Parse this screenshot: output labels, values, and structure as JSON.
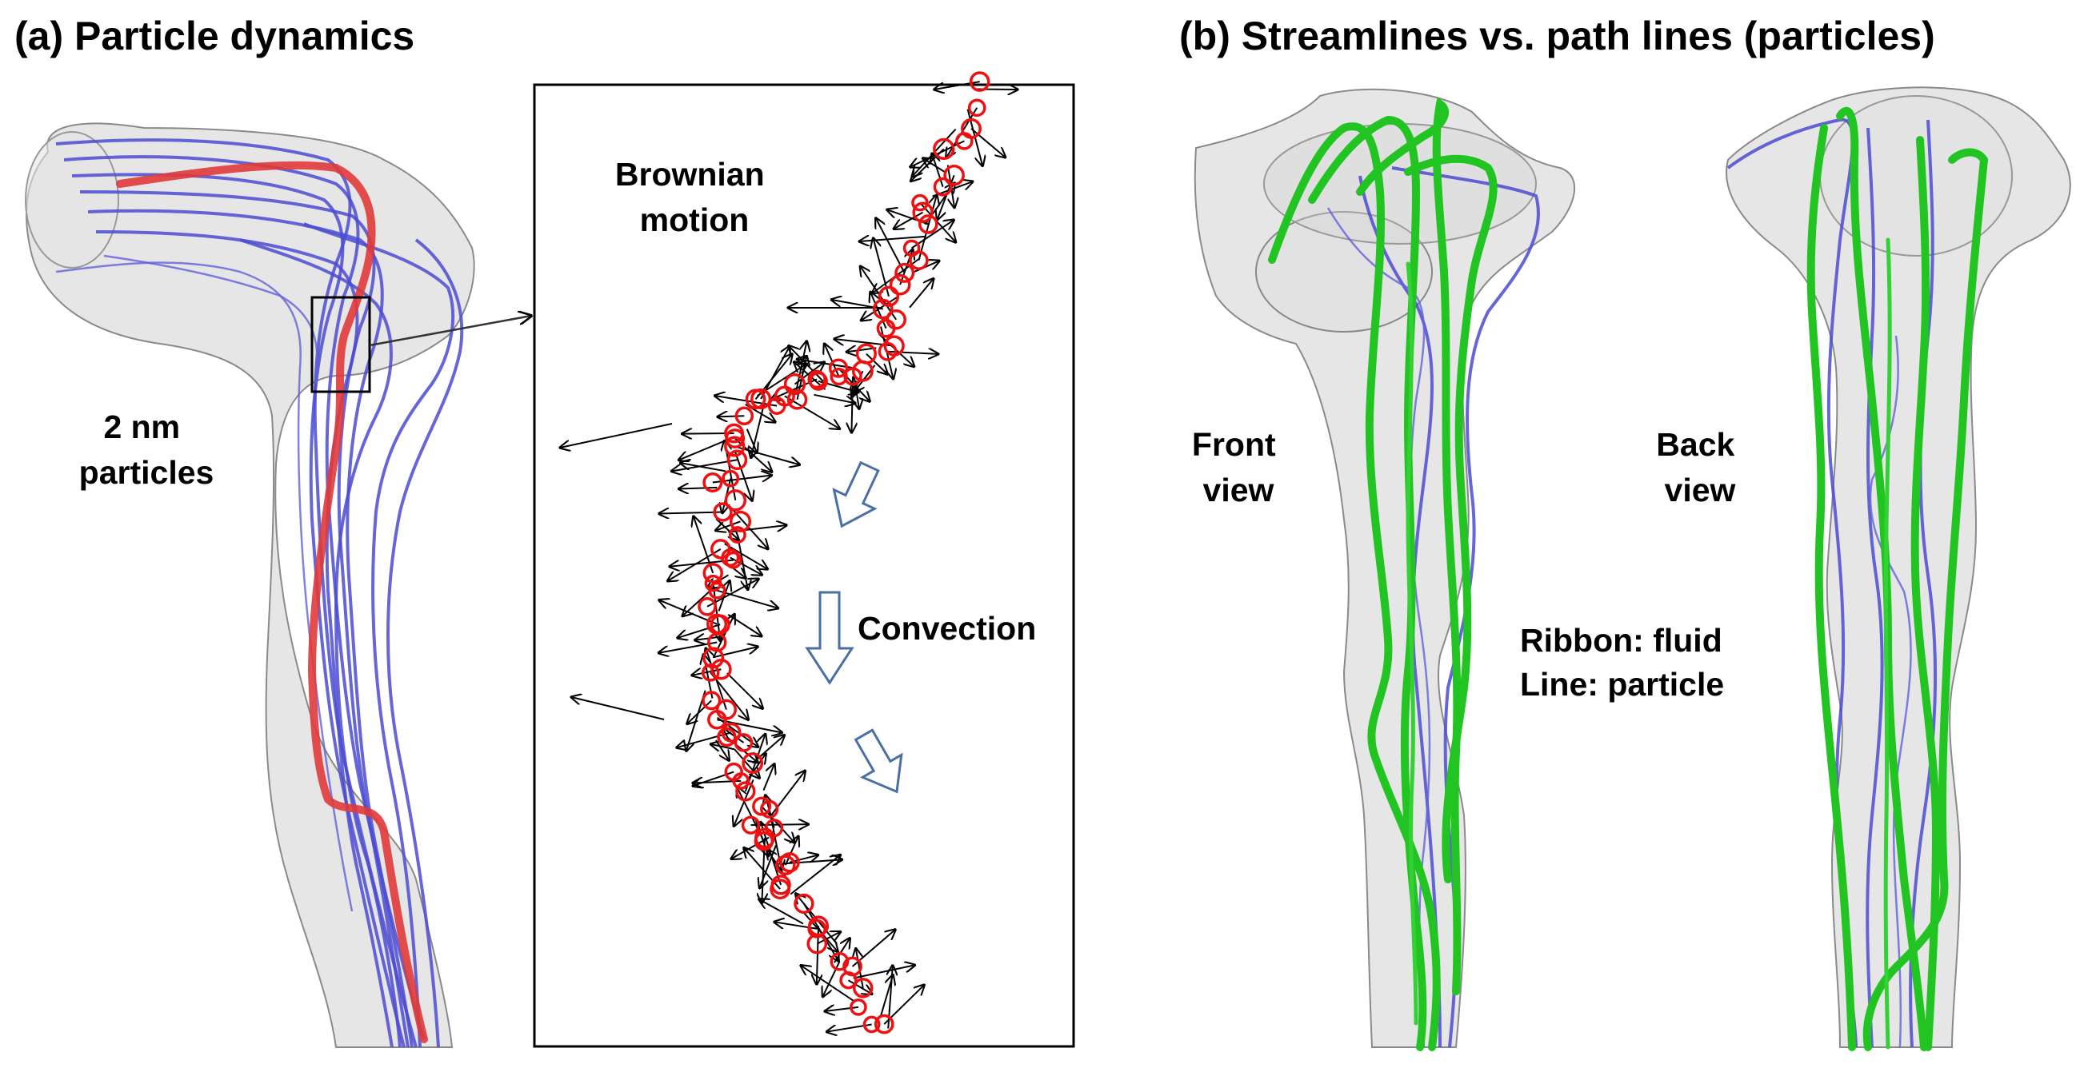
{
  "panel_a": {
    "title": "(a) Particle dynamics",
    "particles_label": [
      "2 nm",
      "particles"
    ],
    "brownian_label": [
      "Brownian",
      "motion"
    ],
    "convection_label": "Convection"
  },
  "panel_b": {
    "title": "(b) Streamlines vs. path lines (particles)",
    "front_label": [
      "Front",
      "view"
    ],
    "back_label": [
      "Back",
      "view"
    ],
    "legend": [
      "Ribbon: fluid",
      "Line: particle"
    ]
  },
  "colors": {
    "particle_line": "#4b4bd2",
    "tracked_particle": "#e03a3a",
    "fluid_ribbon": "#22c422",
    "vessel": "#c8c8c8",
    "flow_arrow": "#4a6fa5"
  },
  "icons": {
    "flow_arrows": "hollow-down-arrow-icon",
    "brownian_vectors": "arrow-icon",
    "particle_markers": "circle-marker-icon"
  }
}
